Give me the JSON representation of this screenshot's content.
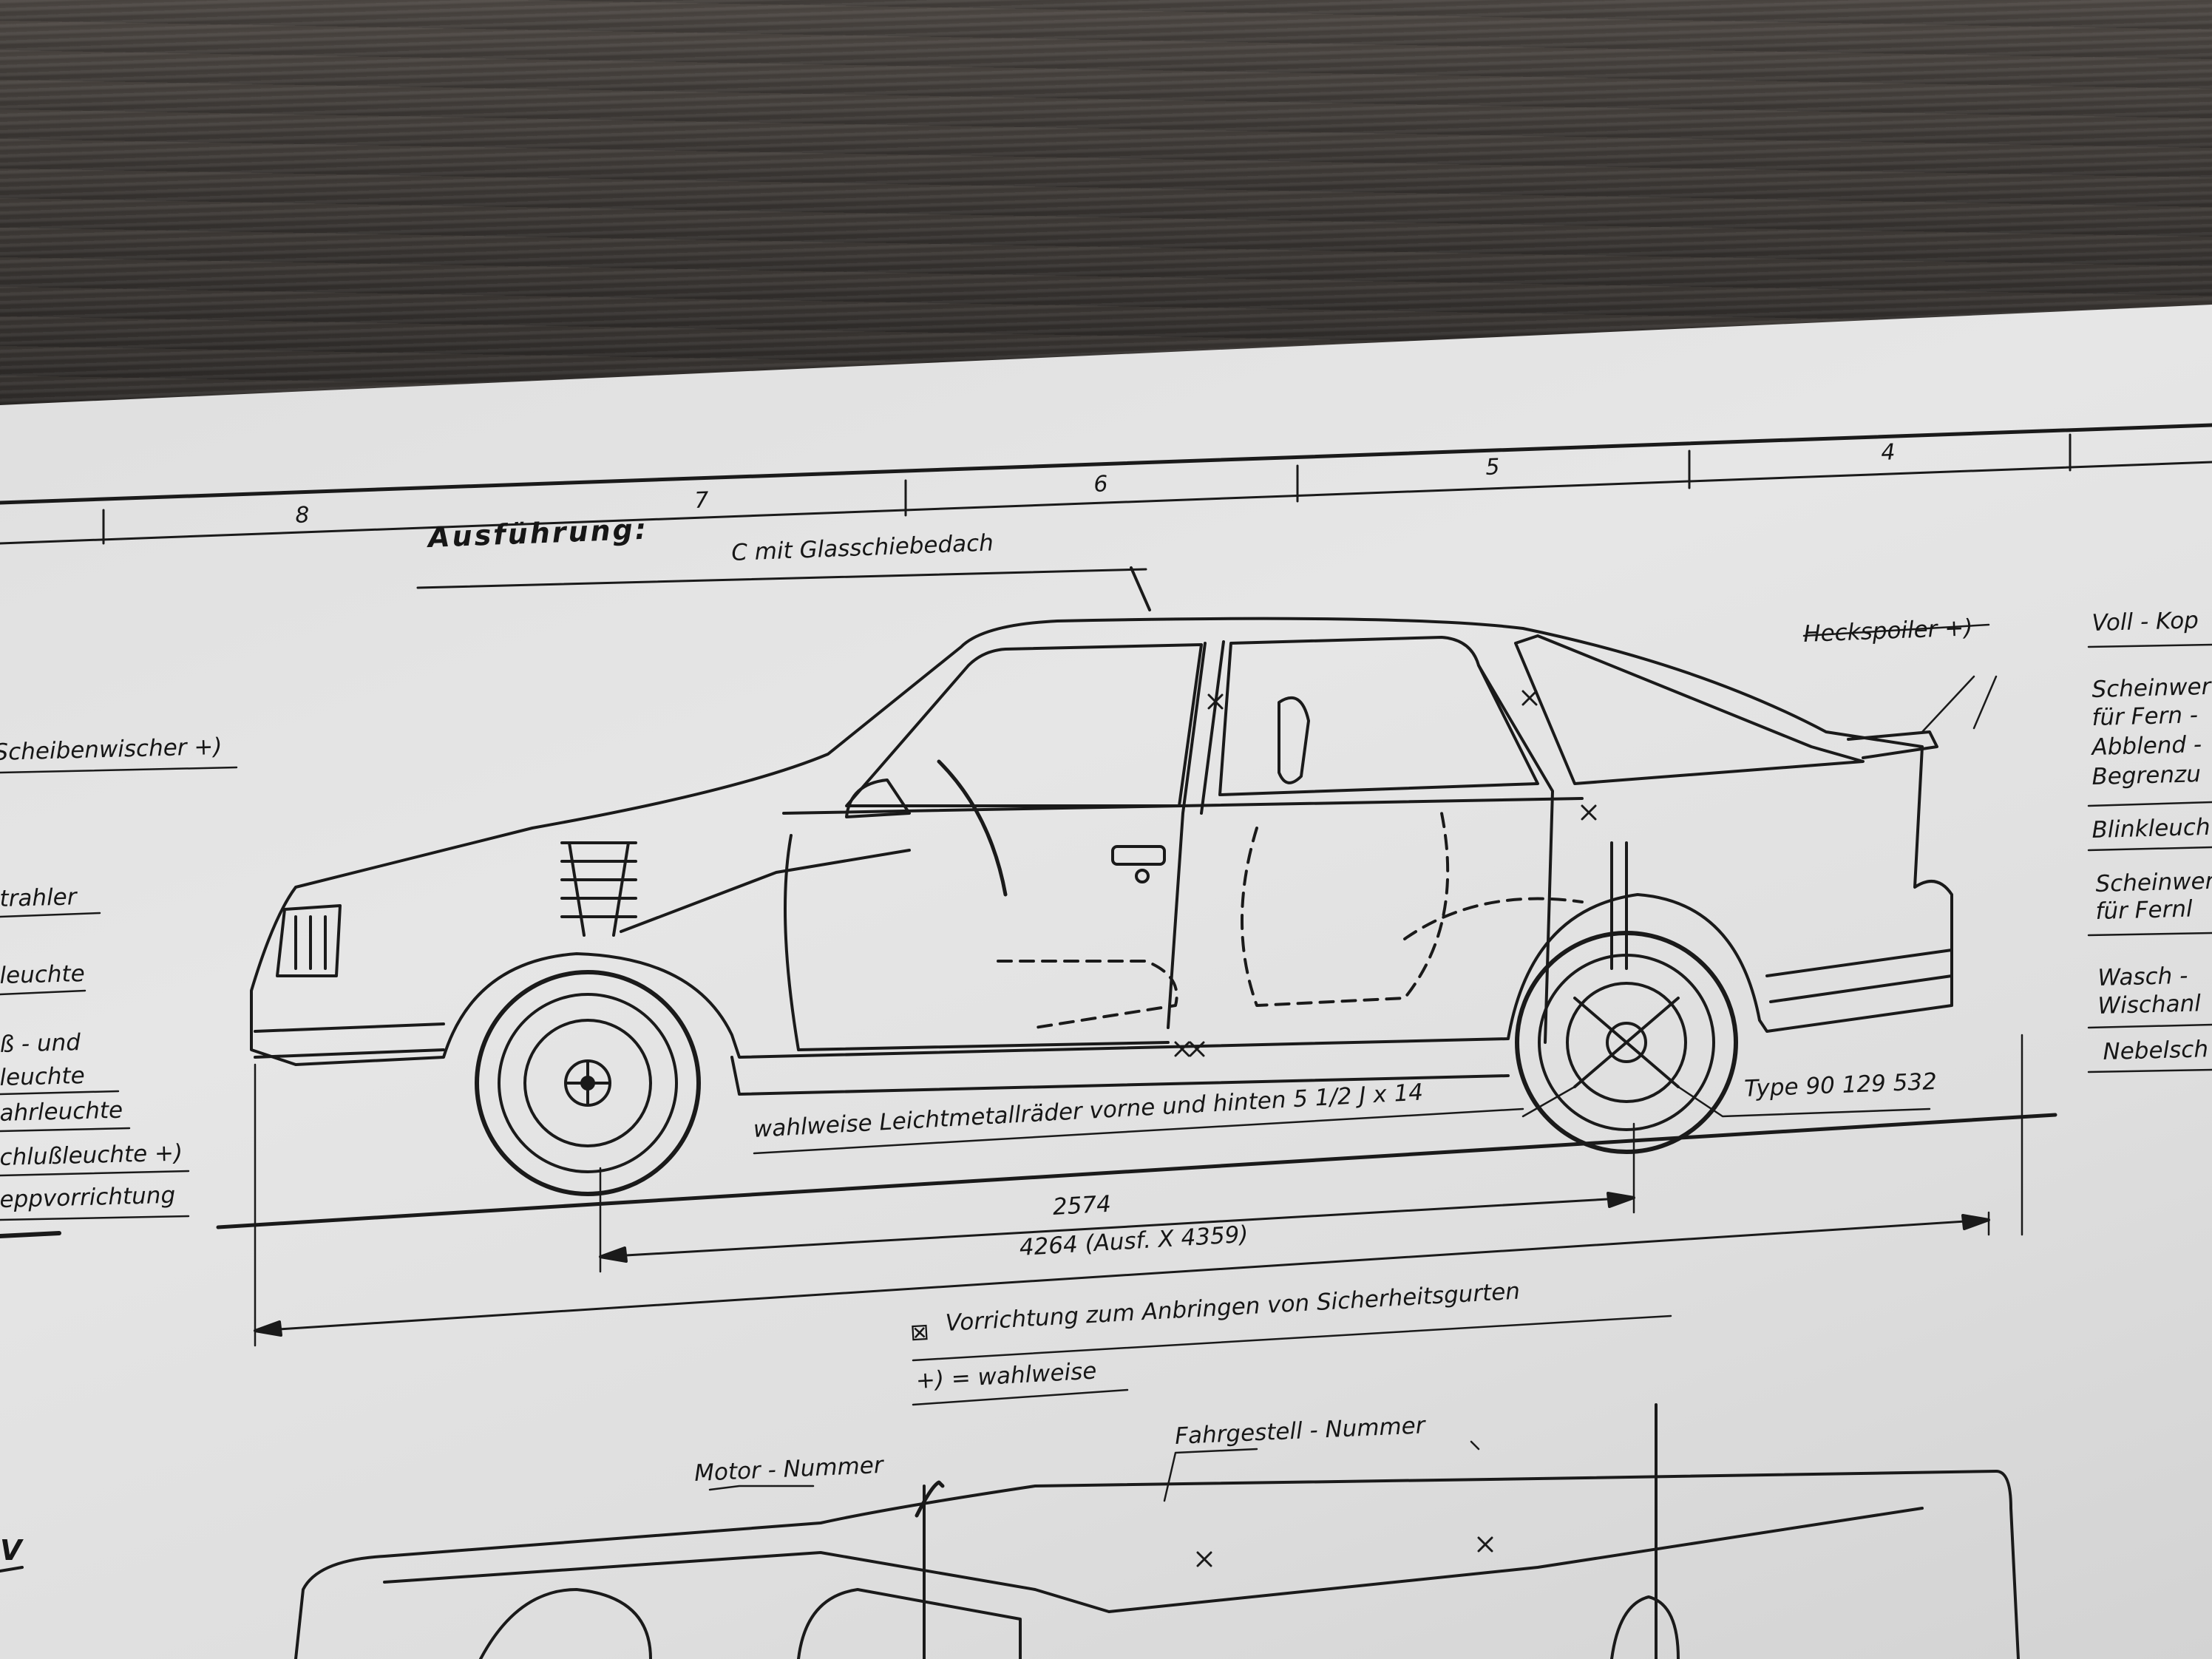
{
  "grid_numbers": [
    "8",
    "7",
    "6",
    "5",
    "4"
  ],
  "header": {
    "title": "Ausführung:",
    "sunroof": "C   mit Glasschiebedach"
  },
  "callouts": {
    "heckspoiler": "Heckspoiler +)",
    "wheels": "wahlweise Leichtmetallräder  vorne  und  hinten  5 1/2 J x 14",
    "type": "Type 90 129 532",
    "wheelbase": "2574",
    "length": "4264  (Ausf. X 4359)",
    "belts_symbol": "⊠",
    "belts": "Vorrichtung  zum  Anbringen  von  Sicherheitsgurten",
    "optional": "+)  =  wahlweise",
    "motor_nummer": "Motor - Nummer",
    "fahrgestell_nummer": "Fahrgestell - Nummer",
    "bottom_left_letter": "V"
  },
  "left_labels": [
    "Scheibenwischer +)",
    "trahler",
    "leuchte",
    "ß - und",
    "leuchte",
    "ahrleuchte",
    "chlußleuchte +)",
    "eppvorrichtung"
  ],
  "right_labels": [
    "Voll - Kop",
    "Scheinwerf",
    "für Fern -",
    "Abblend -",
    "Begrenzu",
    "Blinkleuch",
    "Scheinwer",
    "für Fernl",
    "Wasch -",
    "Wischanl",
    "Nebelsch"
  ]
}
